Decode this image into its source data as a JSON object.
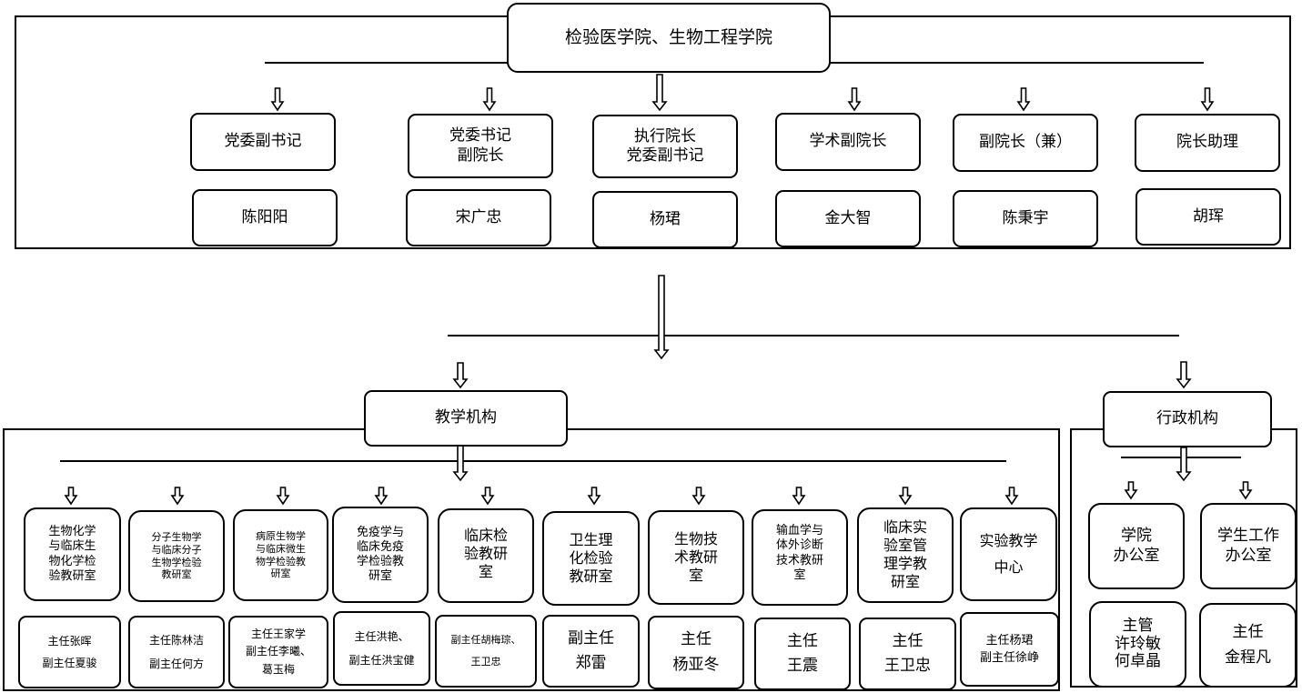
{
  "top": {
    "title": "检验医学院、生物工程学院",
    "leaders": [
      {
        "role": "党委副书记",
        "name": "陈阳阳"
      },
      {
        "role": "党委书记\n副院长",
        "name": "宋广忠"
      },
      {
        "role": "执行院长\n党委副书记",
        "name": "杨珺"
      },
      {
        "role": "学术副院长",
        "name": "金大智"
      },
      {
        "role": "副院长（兼）",
        "name": "陈秉宇"
      },
      {
        "role": "院长助理",
        "name": "胡珲"
      }
    ]
  },
  "teaching": {
    "title": "教学机构",
    "units": [
      {
        "name": "生物化学\n与临床生\n物化学检\n验教研室",
        "staff": "主任张晖\n副主任夏骏"
      },
      {
        "name": "分子生物学\n与临床分子\n生物学检验\n教研室",
        "staff": "主任陈林洁\n副主任何方"
      },
      {
        "name": "病原生物学\n与临床微生\n物学检验教\n研室",
        "staff": "主任王家学\n副主任李曦、\n葛玉梅"
      },
      {
        "name": "免疫学与\n临床免疫\n学检验教\n研室",
        "staff": "主任洪艳、\n副主任洪宝健"
      },
      {
        "name": "临床检\n验教研\n室",
        "staff": "副主任胡梅琮、\n王卫忠"
      },
      {
        "name": "卫生理\n化检验\n教研室",
        "staff": "副主任\n郑雷"
      },
      {
        "name": "生物技\n术教研\n室",
        "staff": "主任\n杨亚冬"
      },
      {
        "name": "输血学与\n体外诊断\n技术教研\n室",
        "staff": "主任\n王震"
      },
      {
        "name": "临床实\n验室管\n理学教\n研室",
        "staff": "主任\n王卫忠"
      },
      {
        "name": "实验教学\n中心",
        "staff": "主任杨珺\n副主任徐峥"
      }
    ]
  },
  "admin": {
    "title": "行政机构",
    "units": [
      {
        "name": "学院\n办公室",
        "staff": "主管\n许玲敏\n何卓晶"
      },
      {
        "name": "学生工作\n办公室",
        "staff": "主任\n金程凡"
      }
    ]
  }
}
